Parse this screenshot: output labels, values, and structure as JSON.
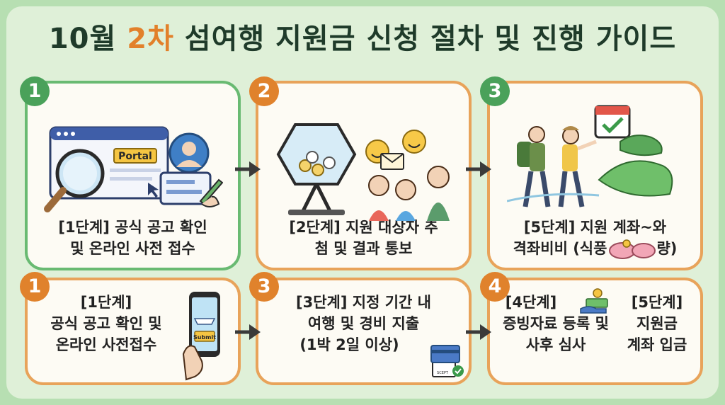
{
  "title": {
    "prefix": "10월 ",
    "highlight": "2차",
    "suffix": " 섬여행 지원금 신청 절차 및 진행 가이드"
  },
  "top": [
    {
      "badge": "1",
      "line1": "[1단계] 공식 공고 확인",
      "line2": "및 온라인 사전 접수",
      "portal_label": "Portal"
    },
    {
      "badge": "2",
      "line1": "[2단계] 지원 대상자 추",
      "line2": "첨 및 결과 통보"
    },
    {
      "badge": "3",
      "line1": "[5단계] 지원 계좌~와",
      "line2": "격좌비비 (식풍",
      "line2_tail": "량)"
    }
  ],
  "bottom": [
    {
      "badge": "1",
      "line1": "[1단계]",
      "line2": "공식 공고 확인 및",
      "line3": "온라인 사전접수",
      "submit_label": "Submit"
    },
    {
      "badge": "3",
      "line1": "[3단계] 지정 기간 내",
      "line2": "여행 및 경비 지출",
      "line3": "(1박 2일 이상)",
      "receipt_label": "SCEPT"
    },
    {
      "badge": "4",
      "left_line1": "[4단계]",
      "left_line2": "증빙자료 등록 및",
      "left_line3": "사후 심사",
      "right_line1": "[5단계]",
      "right_line2": "지원금",
      "right_line3": "계좌 입금"
    }
  ],
  "colors": {
    "green": "#4aa15a",
    "orange": "#e0822c",
    "title": "#1f3b2a"
  },
  "icons": [
    "portal-window-icon",
    "magnifier-icon",
    "user-avatar-icon",
    "pen-hand-icon",
    "lottery-drum-icon",
    "smiley-icon",
    "envelope-icon",
    "family-icon",
    "calendar-check-icon",
    "hikers-icon",
    "island-icon",
    "piggy-bank-icon",
    "smartphone-icon",
    "credit-card-icon",
    "money-hand-icon",
    "arrow-right-icon"
  ]
}
